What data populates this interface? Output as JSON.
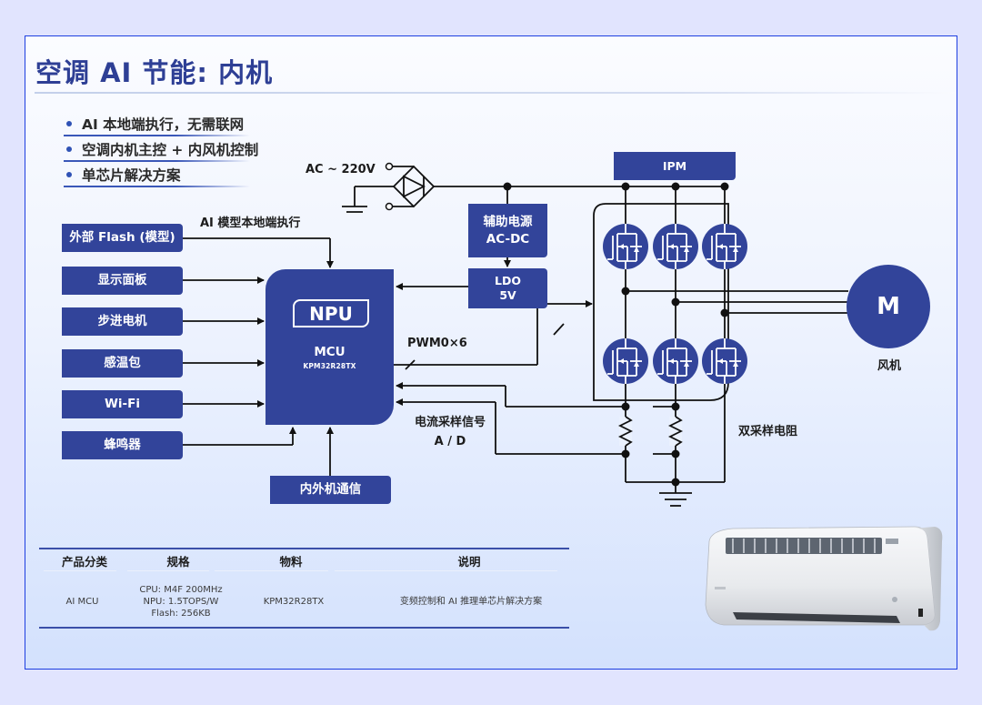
{
  "title": "空调 AI 节能: 内机",
  "bullets": [
    "AI 本地端执行，无需联网",
    "空调内机主控 + 内风机控制",
    "单芯片解决方案"
  ],
  "inputs": {
    "flash": "外部 Flash (模型)",
    "display": "显示面板",
    "stepper": "步进电机",
    "sensor": "感温包",
    "wifi": "Wi-Fi",
    "buzzer": "蜂鸣器"
  },
  "labels": {
    "ai_local": "AI 模型本地端执行",
    "ac_input": "AC ~ 220V",
    "pwm": "PWM0×6",
    "current_sample_line1": "电流采样信号",
    "current_sample_line2": "A / D",
    "dual_shunt": "双采样电阻",
    "fan": "风机"
  },
  "blocks": {
    "aux_power_line1": "辅助电源",
    "aux_power_line2": "AC-DC",
    "ldo_line1": "LDO",
    "ldo_line2": "5V",
    "ipm": "IPM",
    "comm": "内外机通信",
    "npu": "NPU",
    "mcu": "MCU",
    "mcu_part": "KPM32R28TX",
    "motor": "M"
  },
  "colors": {
    "accent": "#32449a",
    "frame": "#1d3ee0",
    "title": "#2e3f95",
    "page_bg": "#e1e4fe"
  },
  "table": {
    "headers": [
      "产品分类",
      "规格",
      "物料",
      "说明"
    ],
    "rows": [
      {
        "category": "AI MCU",
        "spec": [
          "CPU: M4F 200MHz",
          "NPU: 1.5TOPS/W",
          "Flash: 256KB"
        ],
        "part": "KPM32R28TX",
        "description": "变频控制和 AI 推理单芯片解决方案"
      }
    ]
  },
  "image": {
    "subject": "wall-mounted air conditioner indoor unit"
  }
}
